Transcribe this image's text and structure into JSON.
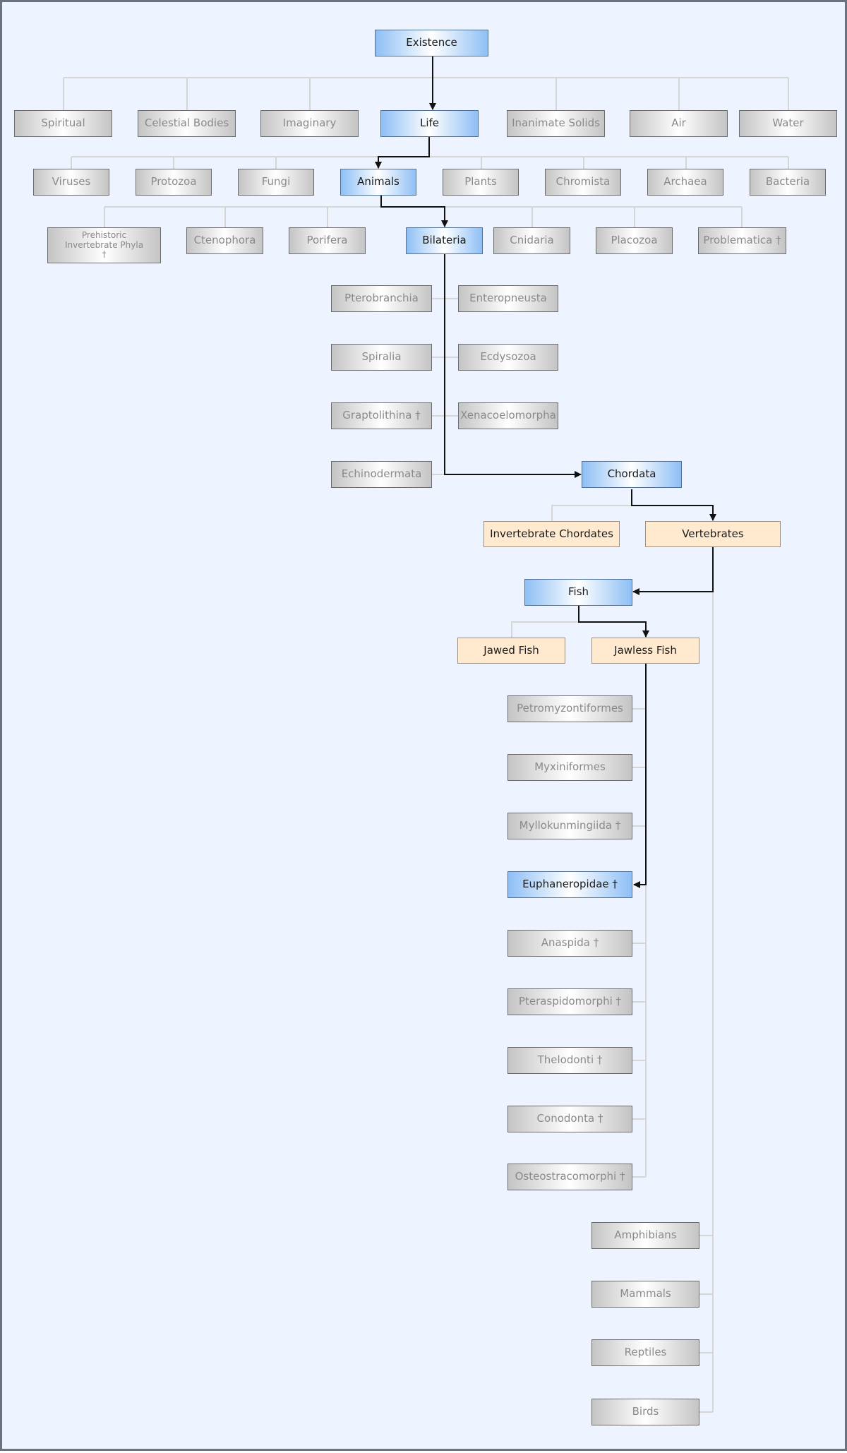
{
  "root": {
    "label": "Existence"
  },
  "existence_children": {
    "spiritual": "Spiritual",
    "celestial": "Celestial Bodies",
    "imaginary": "Imaginary",
    "life": "Life",
    "inanimate": "Inanimate Solids",
    "air": "Air",
    "water": "Water"
  },
  "life_children": {
    "viruses": "Viruses",
    "protozoa": "Protozoa",
    "fungi": "Fungi",
    "animals": "Animals",
    "plants": "Plants",
    "chromista": "Chromista",
    "archaea": "Archaea",
    "bacteria": "Bacteria"
  },
  "animal_children": {
    "prehistoric": "Prehistoric Invertebrate Phyla †",
    "ctenophora": "Ctenophora",
    "porifera": "Porifera",
    "bilateria": "Bilateria",
    "cnidaria": "Cnidaria",
    "placozoa": "Placozoa",
    "problematica": "Problematica †"
  },
  "bilateria_children": {
    "pterobranchia": "Pterobranchia",
    "enteropneusta": "Enteropneusta",
    "spiralia": "Spiralia",
    "ecdysozoa": "Ecdysozoa",
    "graptolithina": "Graptolithina †",
    "xenacoelomorpha": "Xenacoelomorpha",
    "echinodermata": "Echinodermata",
    "chordata": "Chordata"
  },
  "chordata_children": {
    "invertebrate_chordates": "Invertebrate Chordates",
    "vertebrates": "Vertebrates"
  },
  "vertebrate_children": {
    "fish": "Fish",
    "amphibians": "Amphibians",
    "mammals": "Mammals",
    "reptiles": "Reptiles",
    "birds": "Birds"
  },
  "fish_children": {
    "jawed_fish": "Jawed Fish",
    "jawless_fish": "Jawless Fish"
  },
  "jawless_children": {
    "petromyzontiformes": "Petromyzontiformes",
    "myxiniformes": "Myxiniformes",
    "myllokunmingiida": "Myllokunmingiida †",
    "euphaneropidae": "Euphaneropidae †",
    "anaspida": "Anaspida †",
    "pteraspidomorphi": "Pteraspidomorphi †",
    "thelodonti": "Thelodonti †",
    "conodonta": "Conodonta †",
    "osteostracomorphi": "Osteostracomorphi †"
  },
  "colors": {
    "highlight": "#8ebff5",
    "branch": "#ffead0",
    "inactive": "#c4c4c4",
    "background": "#edf3ff",
    "path": "#111111",
    "connector": "#d6d6d6"
  }
}
